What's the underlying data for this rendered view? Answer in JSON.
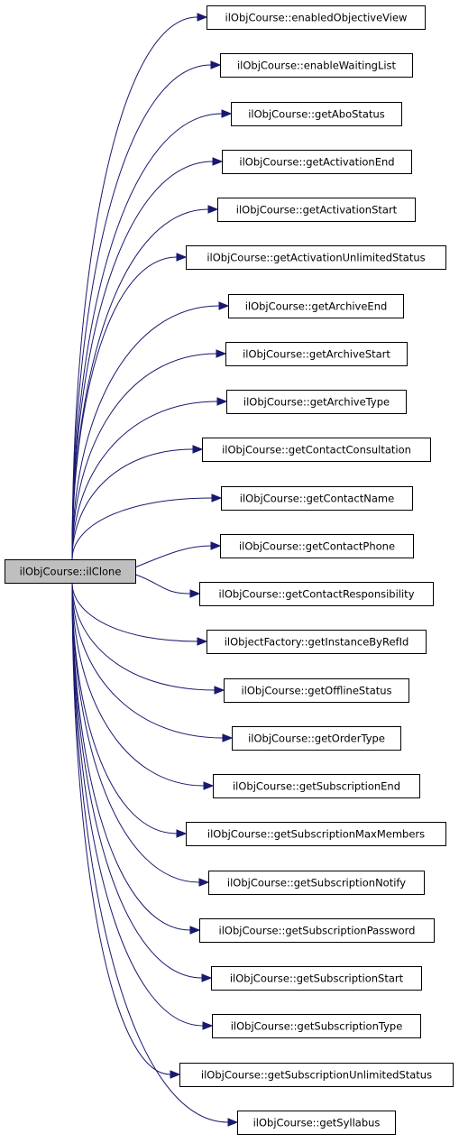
{
  "source": {
    "label": "ilObjCourse::ilClone",
    "fill": "#bfbfbf"
  },
  "targets": [
    {
      "label": "ilObjCourse::enabledObjectiveView"
    },
    {
      "label": "ilObjCourse::enableWaitingList"
    },
    {
      "label": "ilObjCourse::getAboStatus"
    },
    {
      "label": "ilObjCourse::getActivationEnd"
    },
    {
      "label": "ilObjCourse::getActivationStart"
    },
    {
      "label": "ilObjCourse::getActivationUnlimitedStatus"
    },
    {
      "label": "ilObjCourse::getArchiveEnd"
    },
    {
      "label": "ilObjCourse::getArchiveStart"
    },
    {
      "label": "ilObjCourse::getArchiveType"
    },
    {
      "label": "ilObjCourse::getContactConsultation"
    },
    {
      "label": "ilObjCourse::getContactName"
    },
    {
      "label": "ilObjCourse::getContactPhone"
    },
    {
      "label": "ilObjCourse::getContactResponsibility"
    },
    {
      "label": "ilObjectFactory::getInstanceByRefId"
    },
    {
      "label": "ilObjCourse::getOfflineStatus"
    },
    {
      "label": "ilObjCourse::getOrderType"
    },
    {
      "label": "ilObjCourse::getSubscriptionEnd"
    },
    {
      "label": "ilObjCourse::getSubscriptionMaxMembers"
    },
    {
      "label": "ilObjCourse::getSubscriptionNotify"
    },
    {
      "label": "ilObjCourse::getSubscriptionPassword"
    },
    {
      "label": "ilObjCourse::getSubscriptionStart"
    },
    {
      "label": "ilObjCourse::getSubscriptionType"
    },
    {
      "label": "ilObjCourse::getSubscriptionUnlimitedStatus"
    },
    {
      "label": "ilObjCourse::getSyllabus"
    }
  ],
  "colors": {
    "edge": "#191970",
    "node_border": "#000000",
    "node_fill": "#ffffff"
  }
}
